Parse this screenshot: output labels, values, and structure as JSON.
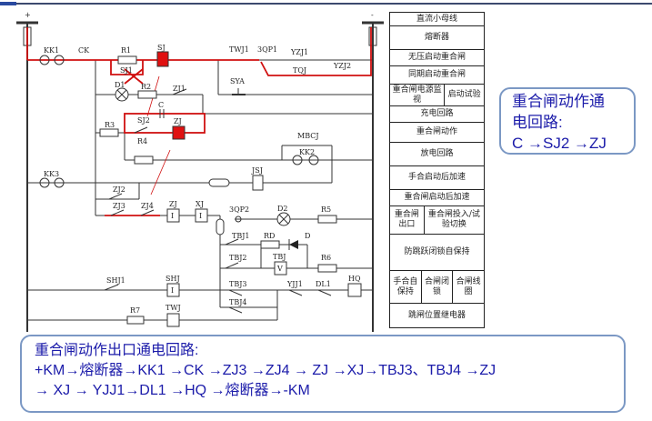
{
  "diagram": {
    "labels": {
      "plus": "+",
      "minus": "-",
      "KK1": "KK1",
      "CK": "CK",
      "R1": "R1",
      "SJ": "SJ",
      "TWJ1": "TWJ1",
      "3QP1": "3QP1",
      "YZJ1": "YZJ1",
      "YZJ2": "YZJ2",
      "TQJ": "TQJ",
      "SYA": "SYA",
      "SJ1": "SJ1",
      "D1": "D1",
      "R2": "R2",
      "ZJ1": "ZJ1",
      "C": "C",
      "SJ2": "SJ2",
      "ZJ_top": "ZJ",
      "R3": "R3",
      "R4": "R4",
      "MBCJ": "MBCJ",
      "KK2": "KK2",
      "KK3": "KK3",
      "JSJ": "JSJ",
      "ZJ2": "ZJ2",
      "ZJ3": "ZJ3",
      "ZJ4": "ZJ4",
      "ZJ": "ZJ",
      "XJ": "XJ",
      "3QP2": "3QP2",
      "D2": "D2",
      "R5": "R5",
      "TBJ1": "TBJ1",
      "RD": "RD",
      "D": "D",
      "TBJ2": "TBJ2",
      "TBJ": "TBJ",
      "R6": "R6",
      "SHJ1": "SHJ1",
      "SHJ": "SHJ",
      "TBJ3": "TBJ3",
      "YJJ1": "YJJ1",
      "DL1": "DL1",
      "HQ": "HQ",
      "TBJ4": "TBJ4",
      "R7": "R7",
      "TWJ": "TWJ",
      "I": "I",
      "V": "V"
    },
    "highlight_color": "#d01010"
  },
  "legend_table": [
    [
      "直流小母线"
    ],
    [
      "熔断器"
    ],
    [
      "无压启动重合闸"
    ],
    [
      "同期启动重合闸"
    ],
    [
      "重合闸电源监视",
      "启动试验"
    ],
    [
      "充电回路"
    ],
    [
      "重合闸动作"
    ],
    [
      "放电回路"
    ],
    [
      "手合启动后加速"
    ],
    [
      "重合闸启动后加速"
    ],
    [
      "重合闸出口",
      "重合闸投入/试验切换"
    ],
    [
      "防跳跃闭锁自保持"
    ],
    [
      "手合自保持",
      "合闸闭锁",
      "合闸线圈"
    ],
    [
      "跳闸位置继电器"
    ]
  ],
  "callout_right": {
    "line1": "重合闸动作通",
    "line2": "电回路:",
    "line3": "C →SJ2 →ZJ"
  },
  "callout_bottom": {
    "line1": "重合闸动作出口通电回路:",
    "line2": "+KM→熔断器→KK1  →CK →ZJ3 →ZJ4 → ZJ →XJ→TBJ3、TBJ4 →ZJ",
    "line3": "→ XJ → YJJ1→DL1 →HQ →熔断器→-KM"
  },
  "colors": {
    "text_blue": "#1c1caa",
    "callout_border": "#7b98c4"
  }
}
